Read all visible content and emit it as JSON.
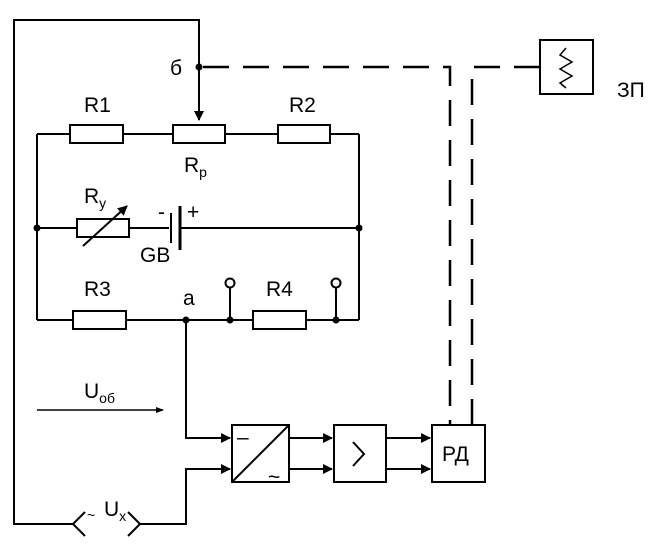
{
  "labels": {
    "node_b": "б",
    "node_a": "а",
    "r1": "R1",
    "r2": "R2",
    "r3": "R3",
    "r4": "R4",
    "rp": "R",
    "rp_sub": "p",
    "ry": "R",
    "ry_sub": "y",
    "gb": "GB",
    "gb_minus": "-",
    "gb_plus": "+",
    "u_ob": "U",
    "u_ob_sub": "об",
    "u_x": "U",
    "u_x_sub": "x",
    "u_x_tilde": "~",
    "rd": "РД",
    "zp": "ЗП",
    "converter_dash": "–",
    "converter_tilde": "~"
  }
}
